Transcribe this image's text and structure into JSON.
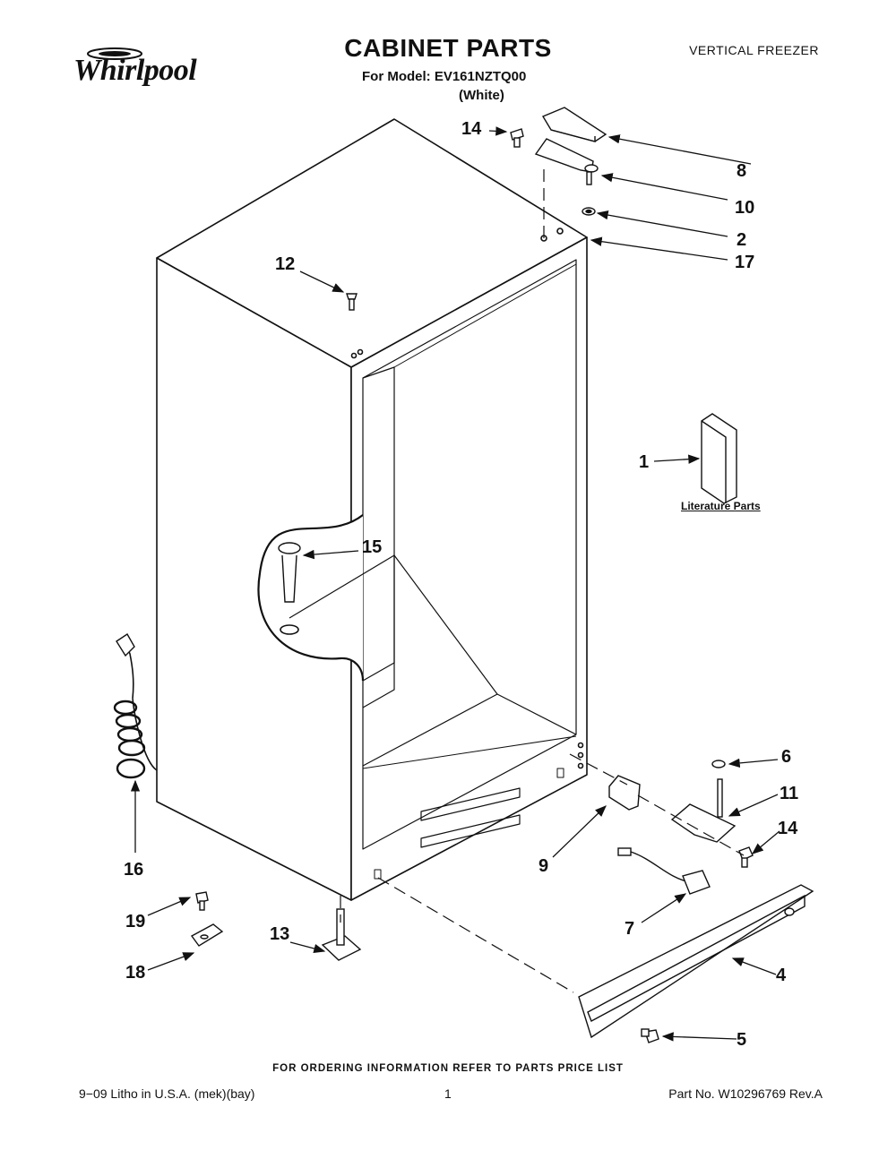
{
  "header": {
    "brand": "Whirlpool",
    "title": "CABINET PARTS",
    "model_line": "For Model: EV161NZTQ00",
    "color_line": "(White)",
    "category": "VERTICAL FREEZER"
  },
  "callouts": {
    "c1": "1",
    "c2": "2",
    "c4": "4",
    "c5": "5",
    "c6": "6",
    "c7": "7",
    "c8": "8",
    "c9": "9",
    "c10": "10",
    "c11": "11",
    "c12": "12",
    "c13": "13",
    "c14a": "14",
    "c14b": "14",
    "c15": "15",
    "c16": "16",
    "c17": "17",
    "c18": "18",
    "c19": "19"
  },
  "literature_label": "Literature Parts",
  "footer": {
    "note": "FOR ORDERING INFORMATION REFER TO PARTS PRICE LIST",
    "left": "9−09 Litho in U.S.A. (mek)(bay)",
    "page": "1",
    "part_no": "Part No. W10296769 Rev.A"
  }
}
